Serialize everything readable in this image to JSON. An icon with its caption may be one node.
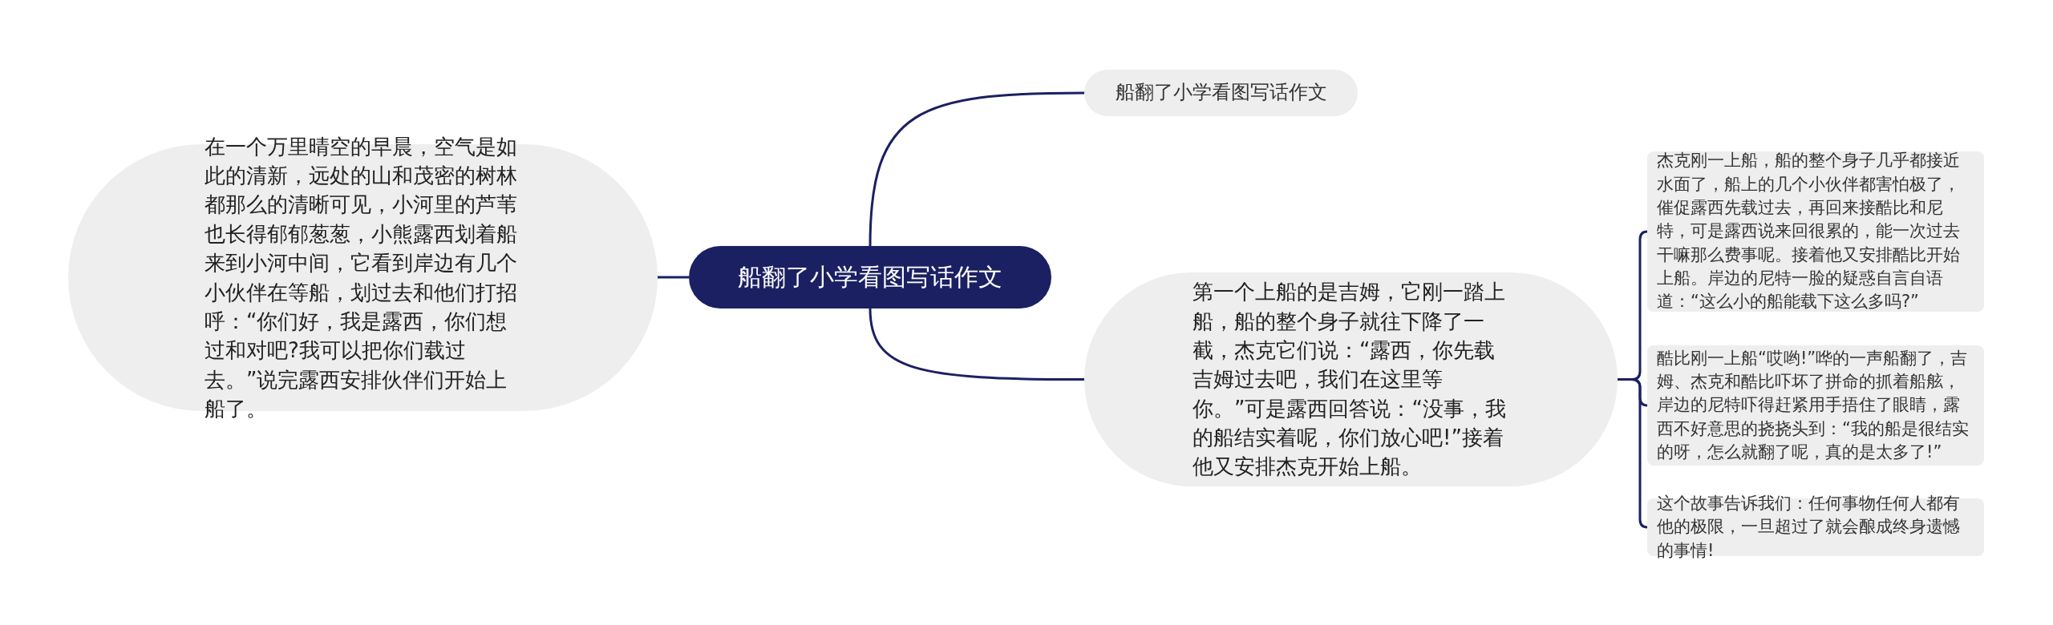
{
  "diagram": {
    "nodes": [
      {
        "text": [
          "船翻了小学看图写话作文"
        ]
      },
      {
        "text": [
          "船翻了小学看图写话作文"
        ]
      },
      {
        "text": [
          "在一个万里晴空的早晨，空气是如此的清新，远处的山和茂密的树林都那么的清晰可见，小河里的芦苇也长得郁郁葱葱，小熊露西划着船来到小河中间，它看到岸边有几个小伙伴在等船，划过去和他们打招呼：“你们好，我是露西，你们想过和对吧?我可以把你们载过去。”说完露西安排伙伴们开始上船了。"
        ]
      },
      {
        "text": [
          "第一个上船的是吉姆，它刚一踏上船，船的整个身子就往下降了一截，杰克它们说：“露西，你先载吉姆过去吧，我们在这里等你。”可是露西回答说：“没事，我的船结实着呢，你们放心吧!”接着他又安排杰克开始上船。"
        ]
      },
      {
        "text": [
          "杰克刚一上船，船的整个身子几乎都接近水面了，船上的几个小伙伴都害怕极了，催促露西先载过去，再回来接酷比和尼特，可是露西说来回很累的，能一次过去干嘛那么费事呢。接着他又安排酷比开始上船。岸边的尼特一脸的疑惑自言自语道：“这么小的船能载下这么多吗?”"
        ]
      },
      {
        "text": [
          "酷比刚一上船“哎哟!”哗的一声船翻了，吉姆、杰克和酷比吓坏了拼命的抓着船舷，岸边的尼特吓得赶紧用手捂住了眼睛，露西不好意思的挠挠头到：“我的船是很结实的呀，怎么就翻了呢，真的是太多了!”"
        ]
      },
      {
        "text": [
          "这个故事告诉我们：任何事物任何人都有他的极限，一旦超过了就会酿成终身遗憾的事情!"
        ]
      }
    ],
    "edges": [
      {
        "from": 0,
        "to": 1,
        "arrow": "none"
      },
      {
        "from": 0,
        "to": 2,
        "arrow": "none"
      },
      {
        "from": 0,
        "to": 3,
        "arrow": "none"
      },
      {
        "from": 3,
        "to": 4,
        "arrow": "none"
      },
      {
        "from": 3,
        "to": 5,
        "arrow": "none"
      },
      {
        "from": 3,
        "to": 6,
        "arrow": "none"
      }
    ]
  }
}
